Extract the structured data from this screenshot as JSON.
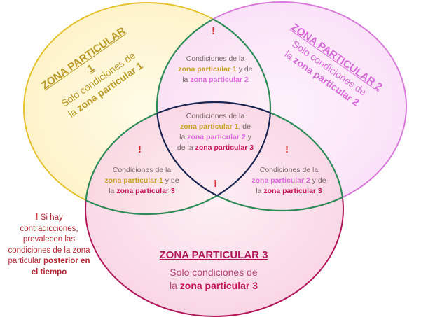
{
  "colors": {
    "zone1": "#e5c230",
    "zone2": "#d77ad9",
    "zone3": "#c2185b",
    "green_border": "#2e8b57",
    "navy_border": "#1a2450",
    "warning": "#d32f2f"
  },
  "zone1": {
    "title": "ZONA PARTICULAR 1",
    "line1": "Solo condiciones de",
    "line2_prefix": "la ",
    "line2_bold": "zona particular 1"
  },
  "zone2": {
    "title": "ZONA PARTICULAR 2",
    "line1": "Solo condiciones de",
    "line2_prefix": "la ",
    "line2_bold": "zona particular 2"
  },
  "zone3": {
    "title": "ZONA PARTICULAR 3",
    "line1": "Solo condiciones de",
    "line2_prefix": "la ",
    "line2_bold": "zona particular 3"
  },
  "overlap_12": {
    "line1": "Condiciones de la",
    "z1": "zona particular 1",
    "mid": " y de",
    "la": "la ",
    "z2": "zona particular 2"
  },
  "overlap_13": {
    "line1": "Condiciones de la",
    "z1": "zona particular 1",
    "mid": " y de",
    "la": "la ",
    "z3": "zona particular 3"
  },
  "overlap_23": {
    "line1": "Condiciones de la",
    "z2": "zona particular 2",
    "mid": " y de",
    "la": "la ",
    "z3": "zona particular 3"
  },
  "overlap_123": {
    "line1": "Condiciones de la",
    "z1": "zona particular 1",
    "after1": ", de",
    "la": "la ",
    "z2": "zona particular 2",
    "after2": " y",
    "dela": "de la ",
    "z3": "zona particular 3"
  },
  "warning_mark": "!",
  "note": {
    "mark": "!",
    "text1": " Si hay contradicciones, prevalecen las condiciones de la zona particular ",
    "bold": "posterior en el tiempo"
  }
}
